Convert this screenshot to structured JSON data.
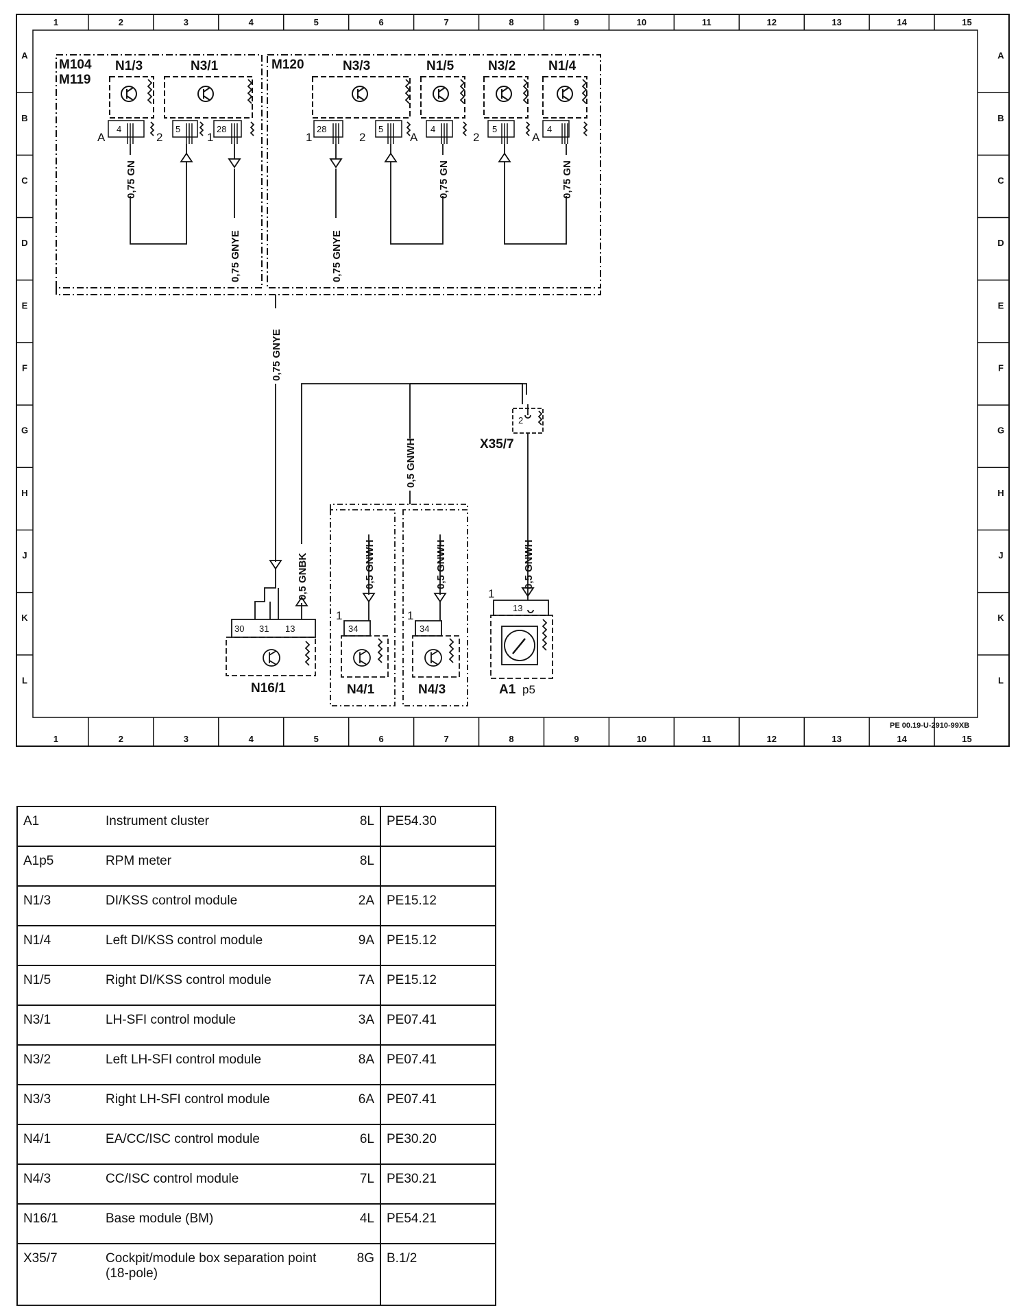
{
  "grid": {
    "columns": [
      "1",
      "2",
      "3",
      "4",
      "5",
      "6",
      "7",
      "8",
      "9",
      "10",
      "11",
      "12",
      "13",
      "14",
      "15"
    ],
    "rows": [
      "A",
      "B",
      "C",
      "D",
      "E",
      "F",
      "G",
      "H",
      "J",
      "K",
      "L"
    ]
  },
  "engine_groups": {
    "left": [
      "M104",
      "M119"
    ],
    "right": "M120"
  },
  "components": {
    "n1_3": "N1/3",
    "n3_1": "N3/1",
    "n3_3": "N3/3",
    "n1_5": "N1/5",
    "n3_2": "N3/2",
    "n1_4": "N1/4",
    "n16_1": "N16/1",
    "n4_1": "N4/1",
    "n4_3": "N4/3",
    "a1": "A1",
    "a1_sub": "p5",
    "x35_7": "X35/7"
  },
  "pins": {
    "n1_3": "4",
    "n3_1_a": "5",
    "n3_1_b": "28",
    "n3_3_a": "28",
    "n3_3_b": "5",
    "n1_5": "4",
    "n3_2": "5",
    "n1_4": "4",
    "n16_1_a": "30",
    "n16_1_b": "31",
    "n16_1_c": "13",
    "n4_1": "34",
    "n4_3": "34",
    "a1": "13",
    "x35_7": "2"
  },
  "side_labels": {
    "a": "A",
    "two": "2",
    "one": "1"
  },
  "wires": {
    "gn": "0,75 GN",
    "gnye": "0,75 GNYE",
    "gnye_main": "0,75 GNYE",
    "gnbk": "0,5 GNBK",
    "gnwh": "0,5 GNWH"
  },
  "reference": "PE 00.19-U-2910-99XB",
  "legend": [
    {
      "code": "A1",
      "desc": "Instrument cluster",
      "loc": "8L",
      "ref": "PE54.30"
    },
    {
      "code": "A1p5",
      "desc": "RPM meter",
      "loc": "8L",
      "ref": ""
    },
    {
      "code": "N1/3",
      "desc": "DI/KSS control module",
      "loc": "2A",
      "ref": "PE15.12"
    },
    {
      "code": "N1/4",
      "desc": "Left DI/KSS control module",
      "loc": "9A",
      "ref": "PE15.12"
    },
    {
      "code": "N1/5",
      "desc": "Right DI/KSS control module",
      "loc": "7A",
      "ref": "PE15.12"
    },
    {
      "code": "N3/1",
      "desc": "LH-SFI control module",
      "loc": "3A",
      "ref": "PE07.41"
    },
    {
      "code": "N3/2",
      "desc": "Left LH-SFI control module",
      "loc": "8A",
      "ref": "PE07.41"
    },
    {
      "code": "N3/3",
      "desc": "Right LH-SFI control module",
      "loc": "6A",
      "ref": "PE07.41"
    },
    {
      "code": "N4/1",
      "desc": "EA/CC/ISC control module",
      "loc": "6L",
      "ref": "PE30.20"
    },
    {
      "code": "N4/3",
      "desc": "CC/ISC control module",
      "loc": "7L",
      "ref": "PE30.21"
    },
    {
      "code": "N16/1",
      "desc": "Base module (BM)",
      "loc": "4L",
      "ref": "PE54.21"
    },
    {
      "code": "X35/7",
      "desc": "Cockpit/module box separation point (18-pole)",
      "loc": "8G",
      "ref": "B.1/2"
    }
  ]
}
